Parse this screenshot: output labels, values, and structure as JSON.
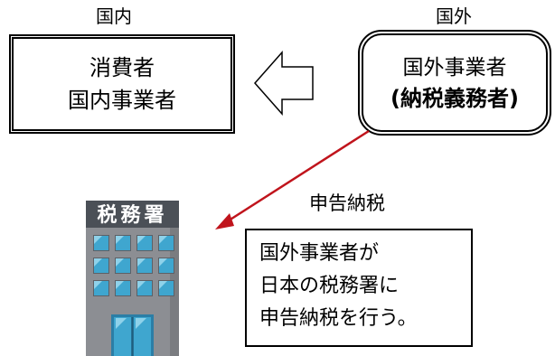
{
  "labels": {
    "domestic": "国内",
    "overseas": "国外"
  },
  "domestic_box": {
    "line1": "消費者",
    "line2": "国内事業者"
  },
  "overseas_box": {
    "line1": "国外事業者",
    "line2": "(納税義務者)"
  },
  "flow_label": "申告納税",
  "tax_office": {
    "sign_text": "税務署"
  },
  "note": {
    "lines": [
      "国外事業者が",
      "日本の税務署に",
      "申告納税を行う。"
    ]
  },
  "colors": {
    "arrow_red": "#c0141c",
    "building_grey": "#8c8e93",
    "window_blue": "#3fa6cf",
    "sign_dark": "#4b5057"
  }
}
